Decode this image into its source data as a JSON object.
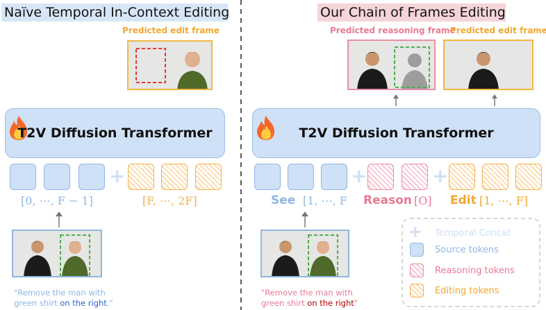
{
  "left": {
    "title": "Naïve Temporal In-Context Editing",
    "edit_frame_label": "Predicted edit frame",
    "transformer_label": "T2V Diffusion Transformer",
    "range_source": "[0, ⋯, F − 1]",
    "range_edit": "[F, ⋯, 2F]",
    "caption_line1": "\"Remove the man with",
    "caption_line2a": "green shirt ",
    "caption_line2b": "on the right",
    "caption_line2c": ".\""
  },
  "right": {
    "title": "Our Chain of Frames Editing",
    "reasoning_frame_label": "Predicted reasoning frame",
    "edit_frame_label": "Predicted edit frame",
    "transformer_label": "T2V Diffusion Transformer",
    "see_word": "See",
    "see_range": "[1, ⋯, F",
    "reason_word": "Reason",
    "reason_range": "[O]",
    "edit_word": "Edit",
    "edit_range": "[1, ⋯, F]",
    "caption_line1": "\"Remove the man with",
    "caption_line2a": "green shirt ",
    "caption_line2b": "on the right",
    "caption_line2c": "\""
  },
  "legend": {
    "temporal": "Temporal Concat",
    "source": "Source tokens",
    "reasoning": "Reasoning  tokens",
    "editing": "Editing tokens"
  },
  "colors": {
    "blue": "#8fb6e2",
    "pink": "#e87a94",
    "orange": "#f0a830",
    "reason_mask": "#4caf50",
    "edit_mask": "#e53935"
  }
}
